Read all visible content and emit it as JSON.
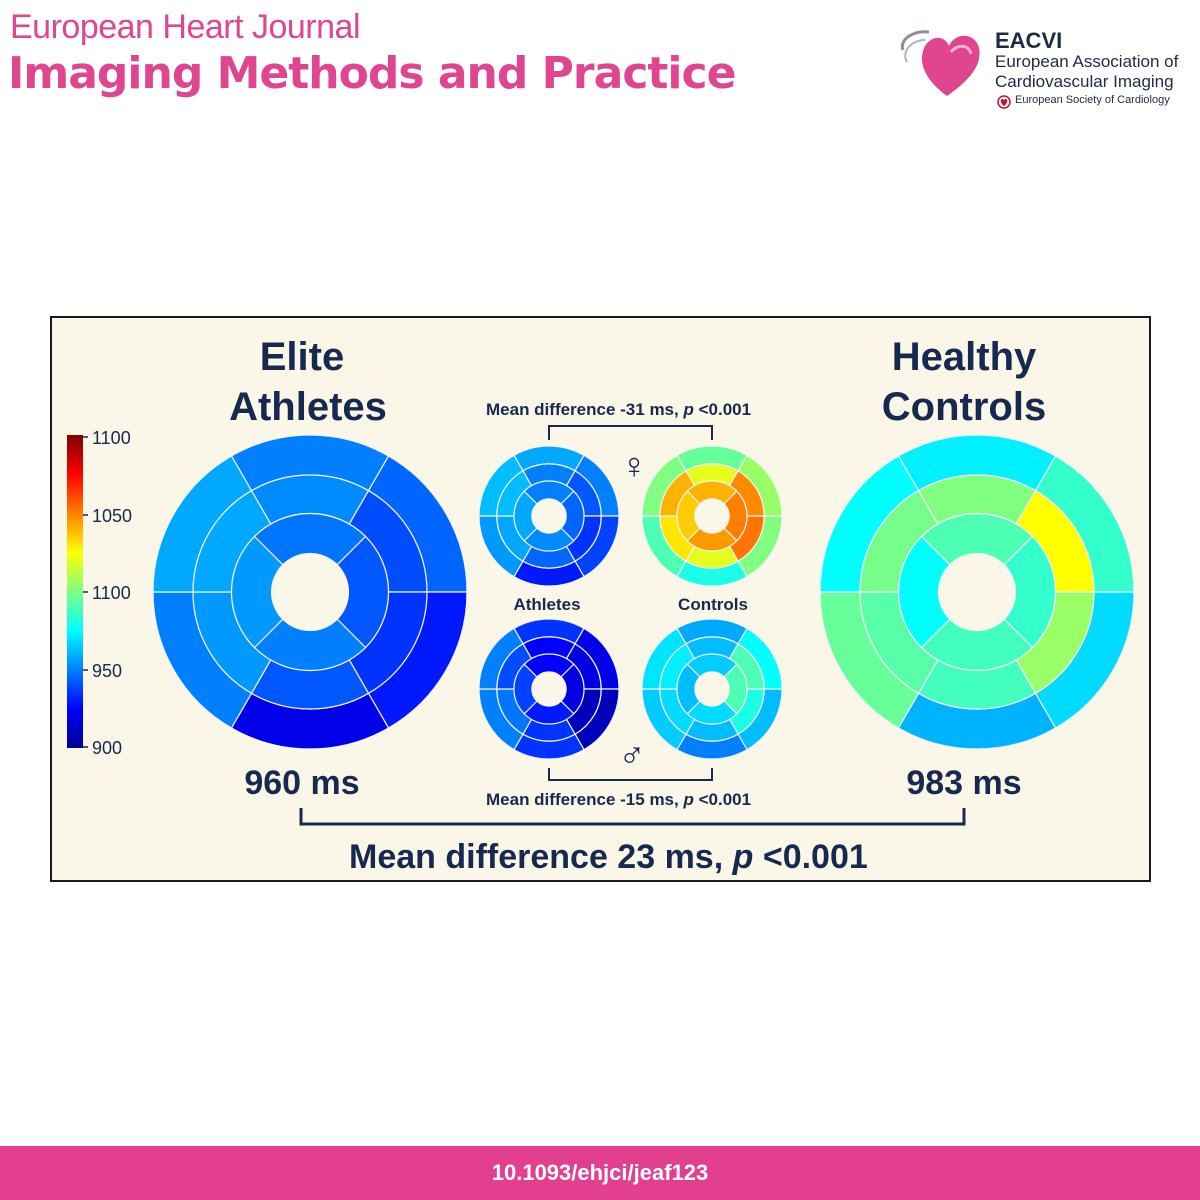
{
  "header": {
    "journal_line1": "European Heart Journal",
    "journal_line2": "Imaging Methods and Practice",
    "society_abbr": "EACVI",
    "society_name_line1": "European Association of",
    "society_name_line2": "Cardiovascular Imaging",
    "parent_society": "European Society of Cardiology",
    "brand_color": "#e0458f"
  },
  "abstract": {
    "athletes_title_line1": "Elite",
    "athletes_title_line2": "Athletes",
    "controls_title_line1": "Healthy",
    "controls_title_line2": "Controls",
    "athletes_value": "960 ms",
    "controls_value": "983 ms",
    "overall_diff_text": "Mean difference 23 ms,",
    "overall_diff_p": "p",
    "overall_diff_pvalue": "<0.001",
    "female_diff_text": "Mean difference -31 ms,",
    "female_diff_p": "p",
    "female_diff_pvalue": "<0.001",
    "male_diff_text": "Mean difference -15 ms,",
    "male_diff_p": "p",
    "male_diff_pvalue": "<0.001",
    "small_label_athletes": "Athletes",
    "small_label_controls": "Controls",
    "female_symbol": "♀",
    "male_symbol": "♂",
    "colorbar": {
      "ticks": [
        "1100",
        "1050",
        "1100",
        "950",
        "900"
      ],
      "range": [
        900,
        1100
      ]
    },
    "bullseyes": {
      "big_athletes": [
        950,
        945,
        930,
        920,
        950,
        958,
        952,
        940,
        935,
        942,
        955,
        958,
        948,
        942,
        950,
        955
      ],
      "big_controls": [
        972,
        985,
        968,
        960,
        995,
        975,
        1000,
        1025,
        1005,
        988,
        992,
        998,
        990,
        985,
        988,
        975
      ],
      "female_athletes": [
        958,
        950,
        938,
        930,
        955,
        962,
        950,
        942,
        935,
        945,
        958,
        962,
        950,
        945,
        952,
        958
      ],
      "female_controls": [
        995,
        1005,
        1000,
        980,
        990,
        1000,
        1020,
        1048,
        1052,
        1020,
        1030,
        1040,
        1040,
        1050,
        1045,
        1035
      ],
      "male_athletes": [
        935,
        920,
        910,
        935,
        950,
        950,
        925,
        918,
        910,
        935,
        948,
        940,
        925,
        918,
        930,
        938
      ],
      "male_controls": [
        958,
        975,
        962,
        950,
        965,
        970,
        962,
        990,
        980,
        962,
        968,
        972,
        965,
        990,
        968,
        962
      ]
    }
  },
  "footer": {
    "doi": "10.1093/ehjci/jeaf123",
    "color": "#e23f8e"
  }
}
